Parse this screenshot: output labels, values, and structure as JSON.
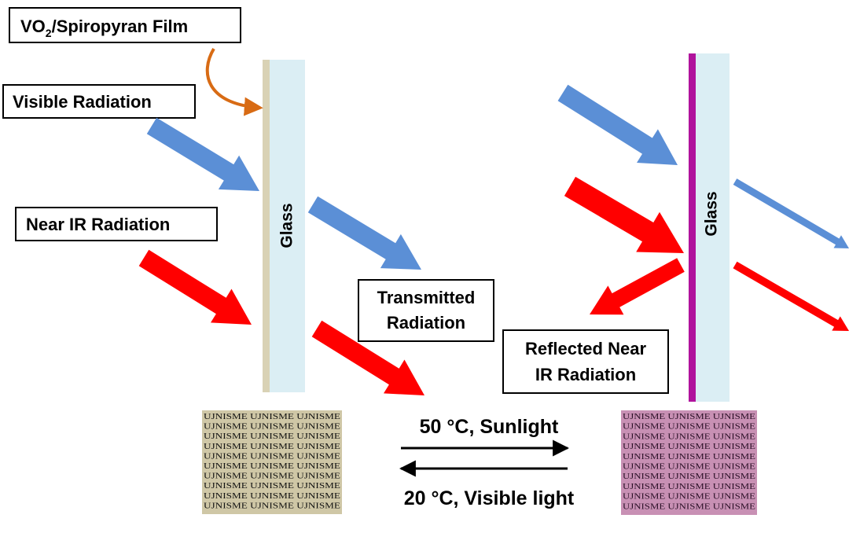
{
  "labels": {
    "film": "VO",
    "film_sub": "2",
    "film_rest": "/Spiropyran Film",
    "visible": "Visible Radiation",
    "near_ir": "Near IR Radiation",
    "transmitted_1": "Transmitted",
    "transmitted_2": "Radiation",
    "reflected_1": "Reflected Near",
    "reflected_2": "IR Radiation",
    "glass_left": "Glass",
    "glass_right": "Glass"
  },
  "conditions": {
    "forward": "50 °C, Sunlight",
    "reverse": "20 °C, Visible light"
  },
  "samples": {
    "text": "UJNISME UJNISME UJNISME",
    "row_count": 10
  },
  "colors": {
    "visible_arrow": "#5b8fd6",
    "ir_arrow": "#ff0000",
    "glass": "#dbeef4",
    "film_left": "#d9d2b5",
    "film_right": "#b0139c",
    "curve_arrow": "#d86b14",
    "sample_left_bg": "#cfc7a6",
    "sample_right_bg": "#c890b4"
  }
}
